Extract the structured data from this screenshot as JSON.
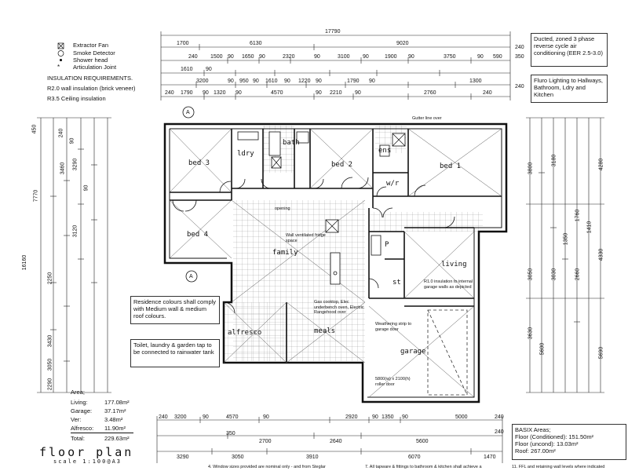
{
  "legend": {
    "items": [
      {
        "symbol": "⊠",
        "label": "Extractor Fan"
      },
      {
        "symbol": "◎",
        "label": "Smoke Detector"
      },
      {
        "symbol": "•",
        "label": "Shower head"
      },
      {
        "symbol": "*",
        "label": "Articulation Joint"
      }
    ]
  },
  "insulation": {
    "heading": "INSULATION REQUIREMENTS.",
    "lines": [
      "R2.0 wall insulation (brick veneer)",
      "R3.5 Ceiling insulation"
    ]
  },
  "notes": {
    "aircon": "Ducted, zoned 3 phase reverse cycle air conditioning (EER 2.5-3.0)",
    "lighting": "Fluro Lighting to Hallways, Bathroom, Ldry and Kitchen",
    "colours": "Residence colours shall comply with Medium wall & medium roof colours.",
    "water": "Toilet, laundry & garden tap to be connected to rainwater tank"
  },
  "rooms": {
    "bed3": "bed 3",
    "ldry": "ldry",
    "bath": "bath",
    "bed2": "bed 2",
    "ens": "ens",
    "bed1": "bed 1",
    "wir": "w/r",
    "bed4": "bed 4",
    "family": "family",
    "p": "P",
    "living": "living",
    "st": "st",
    "alfresco": "alfresco",
    "meals": "meals",
    "garage": "garage"
  },
  "plan_notes": {
    "wall_ventilated": "Wall ventilated fridge space",
    "kitchen": "Gas cooktop, Elec underbench oven, Electric Rangehood over",
    "garage_wall": "R1.0 insulation to internal garage walls as depicted",
    "weathering": "Weathering strip to garage door",
    "rolling_door": "5800(w) x 2100(h) roller door",
    "opening": "opening",
    "gutter": "Gutter line over",
    "section_marker": "A"
  },
  "dimensions": {
    "top_total": "17790",
    "top_row1": [
      "1700",
      "6130",
      "9020"
    ],
    "top_row2": [
      "240",
      "1500",
      "90",
      "1650",
      "90",
      "2320",
      "90",
      "3100",
      "90",
      "1900",
      "90",
      "3750",
      "90",
      "590"
    ],
    "top_row3": [
      "1610",
      "90",
      "3200",
      "90",
      "950",
      "90",
      "1610",
      "90",
      "1220",
      "90",
      "1790",
      "90",
      "1300"
    ],
    "top_row4": [
      "240",
      "1790",
      "90",
      "1320",
      "90",
      "4570",
      "90",
      "2210",
      "90",
      "2760",
      "240"
    ],
    "top_right": [
      "240",
      "350",
      "240"
    ],
    "left_total": "16160",
    "left_row1": [
      "450",
      "240",
      "90",
      "3460",
      "90",
      "7770",
      "3290",
      "3120",
      "2250",
      "3430",
      "3050",
      "2290"
    ],
    "right_total_1": "4280",
    "right_total_2": "4330",
    "right_total_3": "5690",
    "right_row": [
      "3800",
      "3180",
      "1760",
      "1410",
      "3050",
      "3030",
      "2660",
      "1350",
      "5600",
      "3630"
    ],
    "bottom_row1": [
      "240",
      "3200",
      "90",
      "4570",
      "90",
      "2920",
      "90",
      "1350",
      "90",
      "5000",
      "240"
    ],
    "bottom_row2": [
      "350",
      "2700",
      "2640",
      "5600",
      "240"
    ],
    "bottom_row3": [
      "3290",
      "3050",
      "3910",
      "6070",
      "1470"
    ]
  },
  "area": {
    "heading": "Area;",
    "rows": [
      {
        "label": "Living:",
        "value": "177.08m²"
      },
      {
        "label": "Garage:",
        "value": "37.17m²"
      },
      {
        "label": "Ver:",
        "value": "3.48m²"
      },
      {
        "label": "Alfresco:",
        "value": "11.90m²"
      }
    ],
    "total_label": "Total:",
    "total_value": "229.63m²"
  },
  "basix": {
    "heading": "BASIX Areas;",
    "rows": [
      {
        "label": "Floor (Conditioned):",
        "value": "151.50m²"
      },
      {
        "label": "Floor (uncond):",
        "value": "13.03m²"
      },
      {
        "label": "Roof:",
        "value": "267.00m²"
      }
    ]
  },
  "footer_notes": [
    "4. Window sizes provided are nominal only - and from Steglar",
    "7. All tapware & fittings to bathroom & kitchen shall achieve a",
    "11. FFL and retaining wall levels where indicated"
  ],
  "title": "floor plan",
  "scale": "scale 1:100@A3"
}
